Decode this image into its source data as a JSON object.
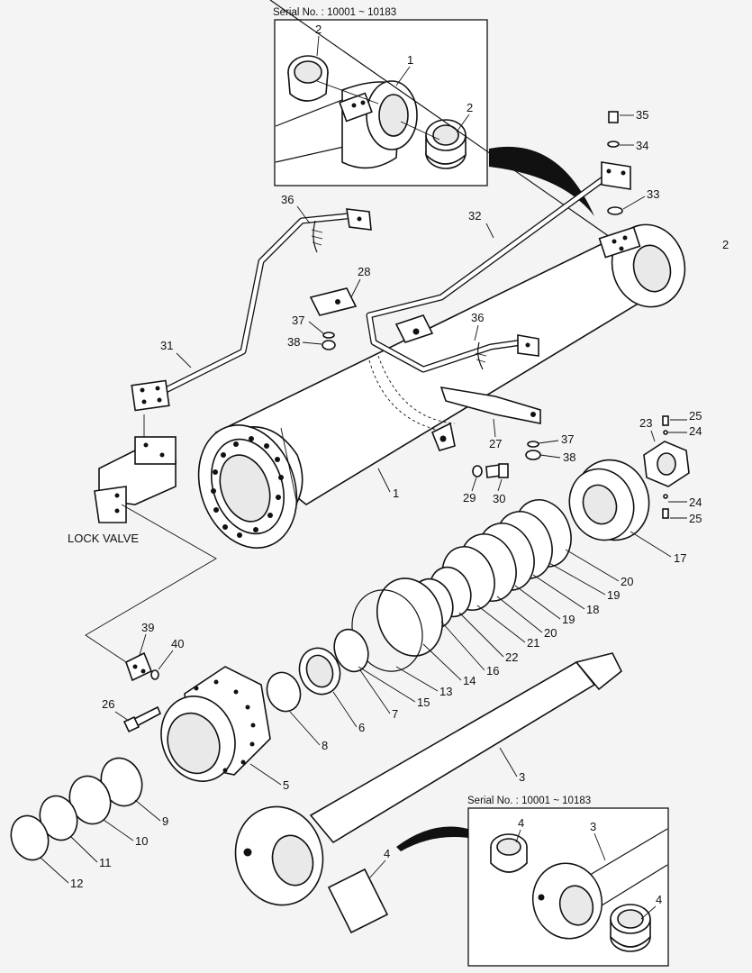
{
  "insets": {
    "top": {
      "serial": "Serial No. : 10001 ~ 10183"
    },
    "bottom": {
      "serial": "Serial No. : 10001 ~ 10183"
    }
  },
  "components": {
    "lock_valve": "LOCK VALVE"
  },
  "callouts": {
    "c1": "1",
    "c2": "2",
    "c3": "3",
    "c4": "4",
    "c5": "5",
    "c6": "6",
    "c7": "7",
    "c8": "8",
    "c9": "9",
    "c10": "10",
    "c11": "11",
    "c12": "12",
    "c13": "13",
    "c14": "14",
    "c15": "15",
    "c16": "16",
    "c17": "17",
    "c18": "18",
    "c19": "19",
    "c20": "20",
    "c21": "21",
    "c22": "22",
    "c23": "23",
    "c24": "24",
    "c25": "25",
    "c26": "26",
    "c27": "27",
    "c28": "28",
    "c29": "29",
    "c30": "30",
    "c31": "31",
    "c32": "32",
    "c33": "33",
    "c34": "34",
    "c35": "35",
    "c36": "36",
    "c37": "37",
    "c38": "38",
    "c39": "39",
    "c40": "40"
  }
}
